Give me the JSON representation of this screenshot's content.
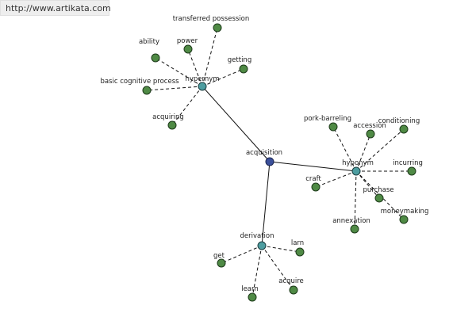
{
  "watermark": {
    "url": "http://www.artikata.com"
  },
  "graph": {
    "center": {
      "label": "acquisition",
      "color": "#3a4f9a"
    },
    "hubs": {
      "hypernym": {
        "label": "hypernym",
        "color": "#4d9da0"
      },
      "hyponym": {
        "label": "hyponym",
        "color": "#4d9da0"
      },
      "derivation": {
        "label": "derivation",
        "color": "#4d9da0"
      }
    },
    "leaf_color": "#4f8a45",
    "leaves": {
      "transferred_possession": "transferred possession",
      "ability": "ability",
      "power": "power",
      "getting": "getting",
      "basic_cognitive_process": "basic cognitive process",
      "acquiring": "acquiring",
      "pork_barreling": "pork-barreling",
      "accession": "accession",
      "conditioning": "conditioning",
      "craft": "craft",
      "incurring": "incurring",
      "purchase": "purchase",
      "moneymaking": "moneymaking",
      "annexation": "annexation",
      "get": "get",
      "larn": "larn",
      "learn": "learn",
      "acquire": "acquire"
    }
  }
}
